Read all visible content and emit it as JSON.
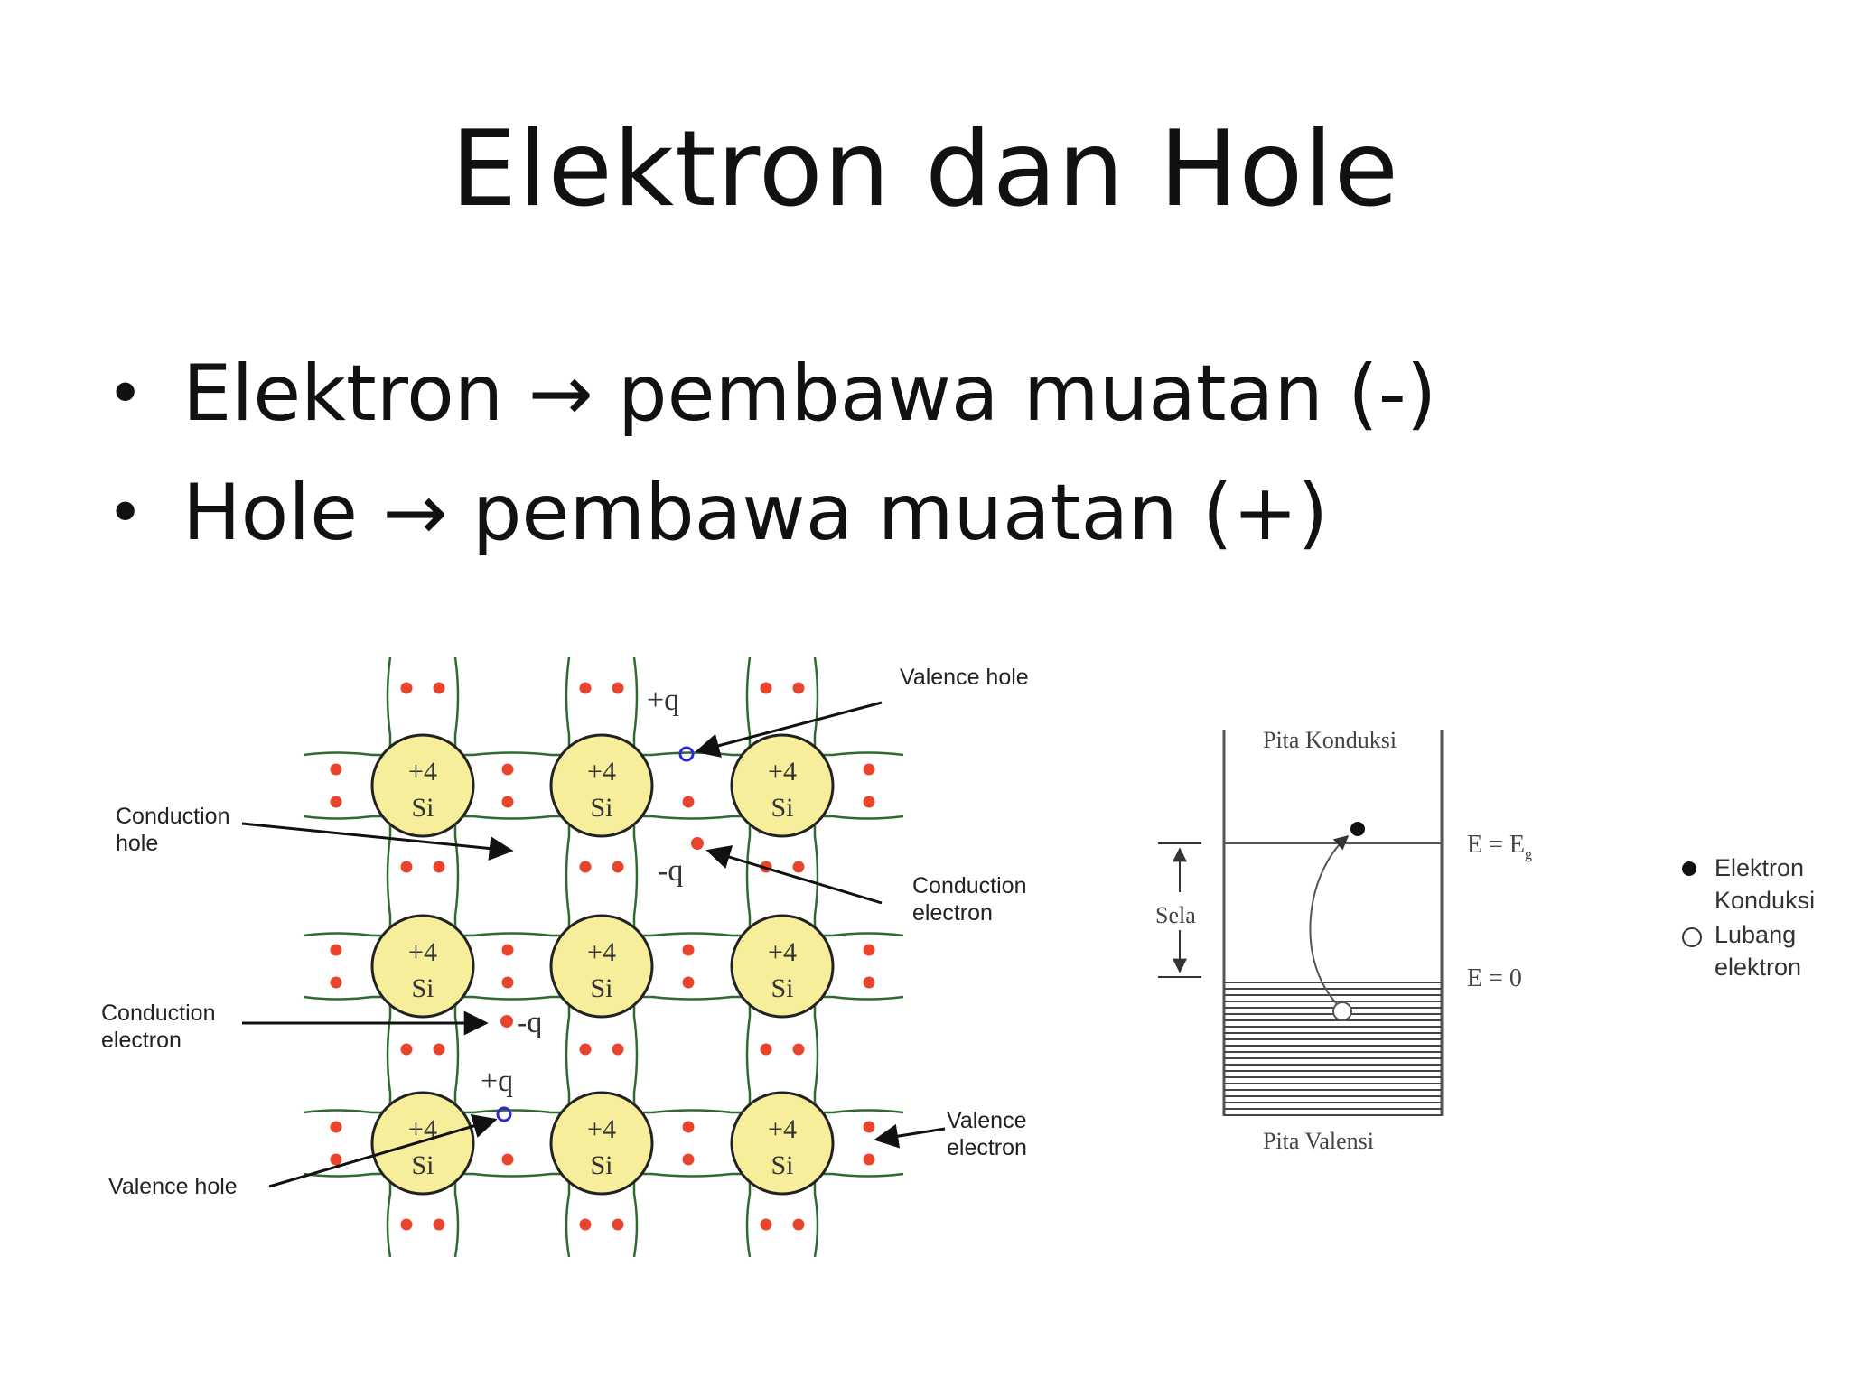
{
  "slide": {
    "title": "Elektron dan Hole",
    "bullets": [
      "Elektron → pembawa muatan (-)",
      "Hole → pembawa muatan (+)"
    ]
  },
  "lattice": {
    "atom_charge": "+4",
    "atom_symbol": "Si",
    "labels": {
      "valence_hole_top": "Valence hole",
      "conduction_hole": "Conduction\nhole",
      "conduction_electron_right": "Conduction\nelectron",
      "conduction_electron_left": "Conduction\nelectron",
      "valence_hole_bottom": "Valence hole",
      "valence_electron": "Valence\nelectron"
    },
    "charge_marks": {
      "plus_q": "+q",
      "minus_q": "-q"
    },
    "colors": {
      "atom_fill": "#f6ee9a",
      "electron": "#e8452f",
      "hole": "#2a2ad0",
      "bond": "#2f6b2f"
    }
  },
  "band": {
    "conduction_band": "Pita Konduksi",
    "valence_band": "Pita Valensi",
    "gap": "Sela",
    "level_top": "E = E",
    "level_top_sub": "g",
    "level_bottom": "E = 0",
    "legend": {
      "electron": "Elektron\nKonduksi",
      "hole": "Lubang\nelektron"
    }
  }
}
